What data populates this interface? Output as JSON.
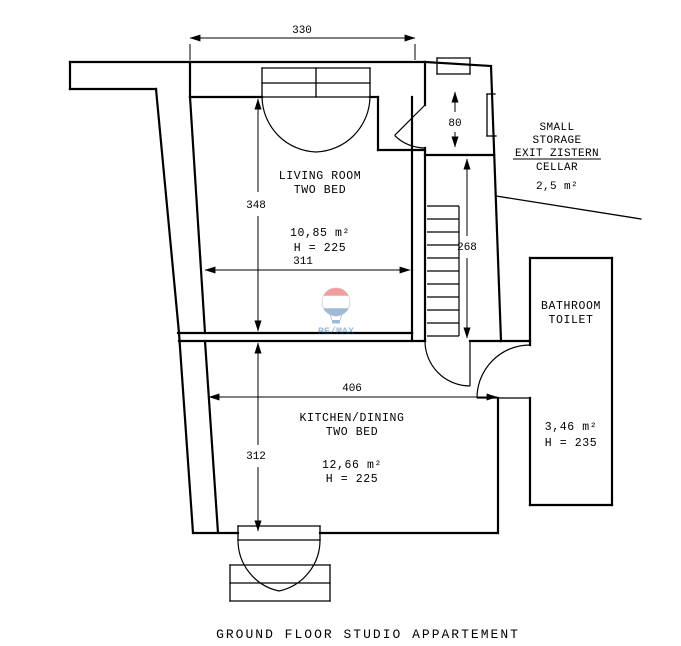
{
  "plan": {
    "title": "GROUND FLOOR STUDIO APPARTEMENT",
    "watermark": {
      "brand": "RE/MAX"
    },
    "rooms": {
      "living": {
        "line1": "LIVING ROOM",
        "line2": "TWO BED",
        "area": "10,85 m²",
        "height": "H = 225"
      },
      "kitchen": {
        "line1": "KITCHEN/DINING",
        "line2": "TWO BED",
        "area": "12,66 m²",
        "height": "H = 225"
      },
      "bathroom": {
        "line1": "BATHROOM",
        "line2": "TOILET",
        "area": "3,46 m²",
        "height": "H = 235"
      },
      "storage": {
        "line1": "SMALL",
        "line2": "STORAGE",
        "line3": "EXIT ZISTERN",
        "line4": "CELLAR",
        "area": "2,5 m²"
      }
    },
    "dimensions": {
      "top_width": "330",
      "living_height": "348",
      "living_width": "311",
      "storage_door": "80",
      "stairwell_height": "268",
      "kitchen_width": "406",
      "kitchen_height": "312"
    },
    "colors": {
      "line": "#000000",
      "background": "#ffffff",
      "watermark_red": "#e11b22",
      "watermark_blue": "#1d5ba4"
    }
  }
}
